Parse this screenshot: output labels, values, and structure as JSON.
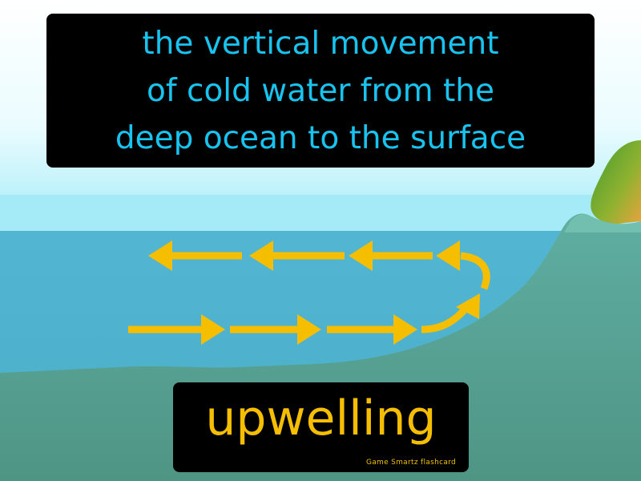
{
  "definition": {
    "lines": [
      "the vertical movement",
      "of cold water from the",
      "deep ocean to the surface"
    ]
  },
  "term": "upwelling",
  "brand": "Game Smartz flashcard",
  "colors": {
    "sky": "#a8ecf9",
    "ocean": "#4fb5cf",
    "seafloor": "#5fa89c",
    "arrow": "#f5be00",
    "definition_text": "#19c3f0",
    "term_text": "#f5be00"
  }
}
